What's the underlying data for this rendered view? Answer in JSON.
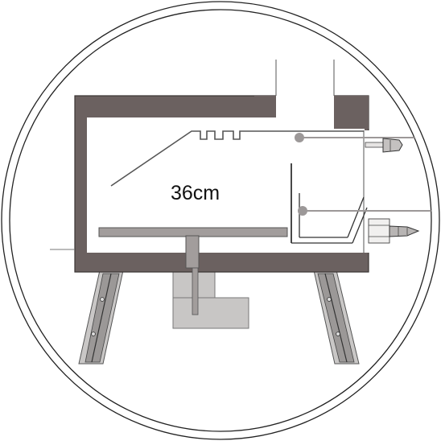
{
  "diagram": {
    "dimension_label": "36cm",
    "colors": {
      "background": "#ffffff",
      "frame": "#6b6160",
      "frame_edge": "#3a3433",
      "leg": "#b5b3b2",
      "rack": "#a29d9c",
      "grey_line": "#9c9898",
      "outline": "#222222"
    },
    "parts": [
      "outer-ring",
      "inner-ring",
      "oven-body",
      "chimney",
      "cooking-rack",
      "rack-support-post",
      "heat-box",
      "front-left-leg",
      "front-right-leg",
      "pizza-stone",
      "side-panel",
      "upper-knob",
      "lower-knob"
    ]
  }
}
